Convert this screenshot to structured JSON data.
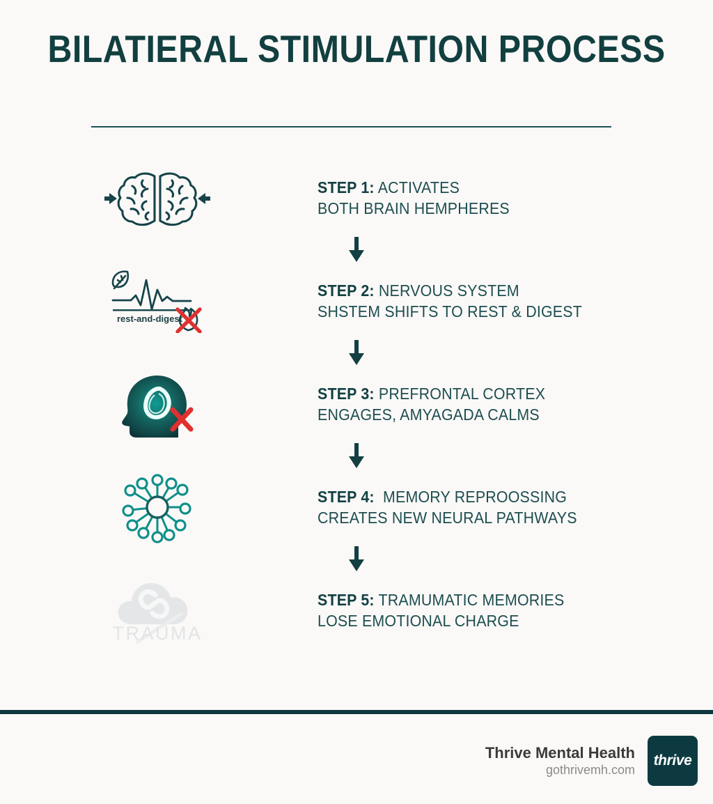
{
  "page": {
    "title": "BILATIERAL STIMULATION PROCESS",
    "background_color": "#faf9f7",
    "accent_color": "#123f40",
    "text_color": "#1d4d50",
    "alert_color": "#e03030"
  },
  "steps": [
    {
      "label": "STEP 1:",
      "line1": " ACTIVATES",
      "line2": "BOTH BRAIN HEMPHERES",
      "icon": "brain-bilateral-icon"
    },
    {
      "label": "STEP 2:",
      "line1": " NERVOUS SYSTEM",
      "line2": "SHSTEM SHIFTS TO REST & DIGEST",
      "icon": "rest-and-digest-icon",
      "icon_caption": "rest-and-digest"
    },
    {
      "label": "STEP 3:",
      "line1": " PREFRONTAL CORTEX",
      "line2": "ENGAGES, AMYAGADA CALMS",
      "icon": "head-calm-icon"
    },
    {
      "label": "STEP 4:",
      "line1": "  MEMORY REPROOSSING",
      "line2": "CREATES NEW NEURAL PATHWAYS",
      "icon": "neural-network-icon"
    },
    {
      "label": "STEP 5:",
      "line1": " TRAMUMATIC MEMORIES",
      "line2": "LOSE EMOTIONAL CHARGE",
      "icon": "trauma-cloud-icon",
      "icon_caption": "TRAUMA"
    }
  ],
  "connectors": {
    "icon": "arrow-down-icon",
    "count": 4
  },
  "footer": {
    "brand_name": "Thrive Mental Health",
    "url": "gothrivemh.com",
    "logo_text": "thrive",
    "logo_color": "#0d3a41"
  }
}
